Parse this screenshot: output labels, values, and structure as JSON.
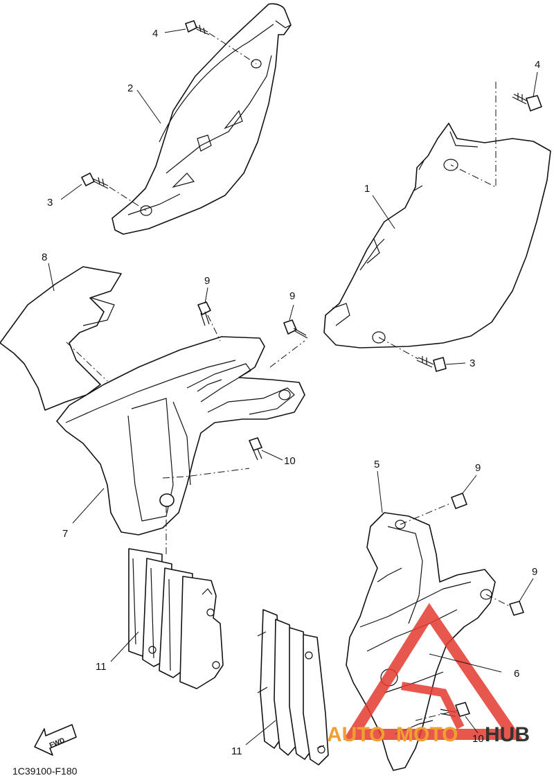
{
  "callouts": {
    "c1": "1",
    "c2": "2",
    "c3a": "3",
    "c3b": "3",
    "c4a": "4",
    "c4b": "4",
    "c5": "5",
    "c6": "6",
    "c7": "7",
    "c8": "8",
    "c9a": "9",
    "c9b": "9",
    "c9c": "9",
    "c9d": "9",
    "c10a": "10",
    "c10b": "10",
    "c11a": "11",
    "c11b": "11"
  },
  "fwd_label": "FWD",
  "diagram_code": "1C39100-F180",
  "watermark": {
    "text_auto": "AUTO",
    "text_moto": "MOTO",
    "text_hub": "HUB",
    "color_red": "#e53a2f",
    "color_orange": "#f0a030",
    "color_dark": "#333333"
  }
}
